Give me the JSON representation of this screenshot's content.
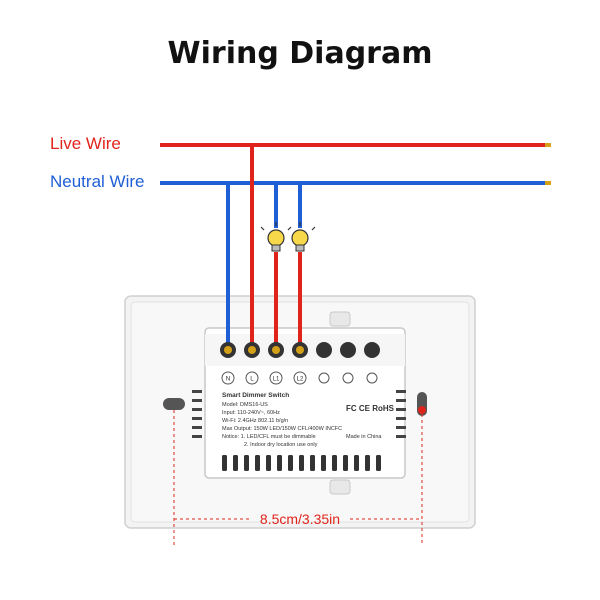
{
  "diagram": {
    "title": "Wiring Diagram",
    "wires": {
      "live_label": "Live Wire",
      "neutral_label": "Neutral Wire",
      "live_color": "#e0241c",
      "neutral_color": "#1f5fd6",
      "terminal_color": "#d4a017"
    },
    "terminals": [
      "N",
      "L",
      "L1",
      "L2"
    ],
    "module": {
      "name": "Smart Dimmer Switch",
      "model": "Model: DMS16-US",
      "input": "Input: 110-240V~, 60Hz",
      "wifi": "Wi-Fi: 2.4GHz 802.11 b/g/n",
      "max_output": "Max Output: 150W LED/150W CFL/400W INCFC",
      "notice1": "Notice: 1. LED/CFL must be dimmable",
      "notice2": "2. Indoor dry location use only",
      "made_in": "Made in China",
      "certifications": "FC CE RoHS"
    },
    "dimension_label": "8.5cm/3.35in",
    "bulb_icon": "light-bulb-icon"
  }
}
